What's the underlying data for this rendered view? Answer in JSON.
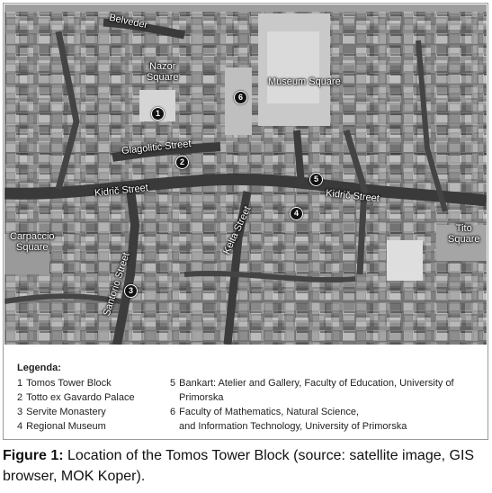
{
  "map": {
    "streets": [
      {
        "id": "belveder",
        "label": "Belveder"
      },
      {
        "id": "glagolitic",
        "label": "Glagolitic Street"
      },
      {
        "id": "kidric-west",
        "label": "Kidrič Street"
      },
      {
        "id": "kidric-east",
        "label": "Kidrič Street"
      },
      {
        "id": "kelta",
        "label": "Kelta Street"
      },
      {
        "id": "santorio",
        "label": "Santorio Street"
      }
    ],
    "places": {
      "nazor_line1": "Nazor",
      "nazor_line2": "Square",
      "museum": "Museum Square",
      "carpaccio_line1": "Carpaccio",
      "carpaccio_line2": "Square",
      "tito_line1": "Tito",
      "tito_line2": "Square"
    },
    "markers": [
      "1",
      "2",
      "3",
      "4",
      "5",
      "6"
    ]
  },
  "legend": {
    "title": "Legenda:",
    "items": [
      {
        "num": "1",
        "text": "Tomos Tower Block"
      },
      {
        "num": "2",
        "text": "Totto ex Gavardo Palace"
      },
      {
        "num": "3",
        "text": "Servite Monastery"
      },
      {
        "num": "4",
        "text": "Regional Museum"
      },
      {
        "num": "5",
        "text": "Bankart: Atelier and Gallery, Faculty of Education, University of",
        "cont": "Primorska"
      },
      {
        "num": "6",
        "text": "Faculty of Mathematics, Natural Science,",
        "cont": "and Information Technology, University of Primorska"
      }
    ]
  },
  "caption": {
    "label": "Figure 1:",
    "text": " Location of the Tomos Tower Block (source: satellite image, GIS browser, MOK Koper)."
  }
}
